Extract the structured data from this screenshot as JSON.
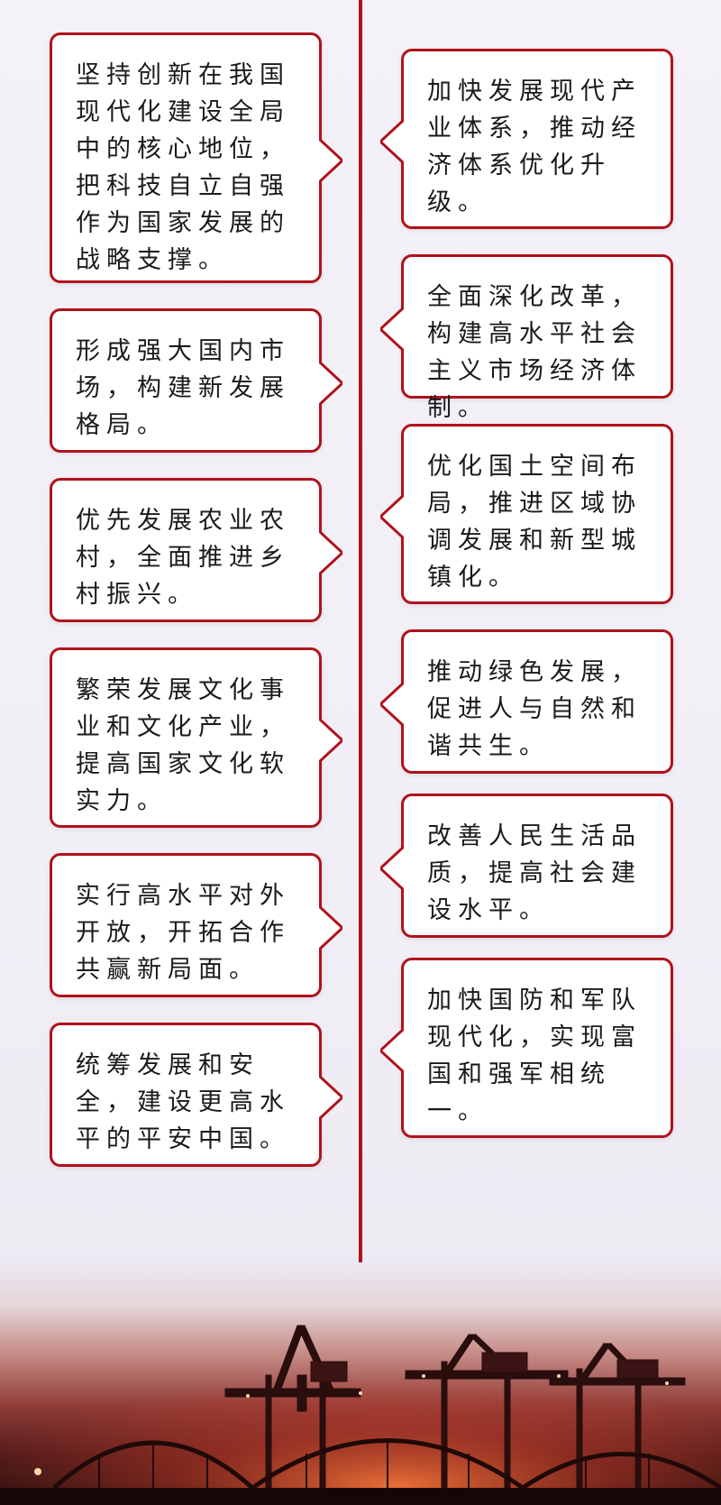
{
  "items": {
    "left": [
      "坚持创新在我国现代化建设全局中的核心地位，把科技自立自强作为国家发展的战略支撑。",
      "形成强大国内市场，构建新发展格局。",
      "优先发展农业农村，全面推进乡村振兴。",
      "繁荣发展文化事业和文化产业，提高国家文化软实力。",
      "实行高水平对外开放，开拓合作共赢新局面。",
      "统筹发展和安全，建设更高水平的平安中国。"
    ],
    "right": [
      "加快发展现代产业体系，推动经济体系优化升级。",
      "全面深化改革，构建高水平社会主义市场经济体制。",
      "优化国土空间布局，推进区域协调发展和新型城镇化。",
      "推动绿色发展，促进人与自然和谐共生。",
      "改善人民生活品质，提高社会建设水平。",
      "加快国防和军队现代化，实现富国和强军相统一。"
    ]
  },
  "colors": {
    "accent": "#b0121b",
    "card_background": "#ffffff",
    "text": "#1a1a1a"
  },
  "icons": {
    "scene": "port-crane-bridge-sunset-icon"
  }
}
